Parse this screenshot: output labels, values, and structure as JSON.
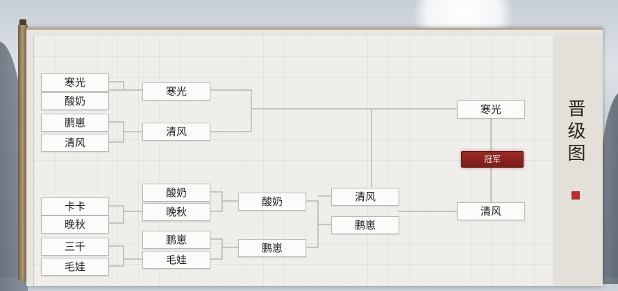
{
  "title": "晋级图",
  "champion_label": "冠军",
  "round1": {
    "upper": [
      "寒光",
      "酸奶",
      "鹏崽",
      "清风"
    ],
    "lower": [
      "卡卡",
      "晚秋",
      "三千",
      "毛娃"
    ]
  },
  "upper_round2": [
    "寒光",
    "清风"
  ],
  "lower_round2": [
    "酸奶",
    "晚秋",
    "鹏崽",
    "毛娃"
  ],
  "lower_round3": [
    "酸奶",
    "鹏崽"
  ],
  "lower_round4": [
    "清风",
    "鹏崽"
  ],
  "finalists": [
    "寒光",
    "清风"
  ],
  "colors": {
    "champion_bg": "#8a2420",
    "line": "#9e9a93",
    "paper": "#efeeeb"
  }
}
